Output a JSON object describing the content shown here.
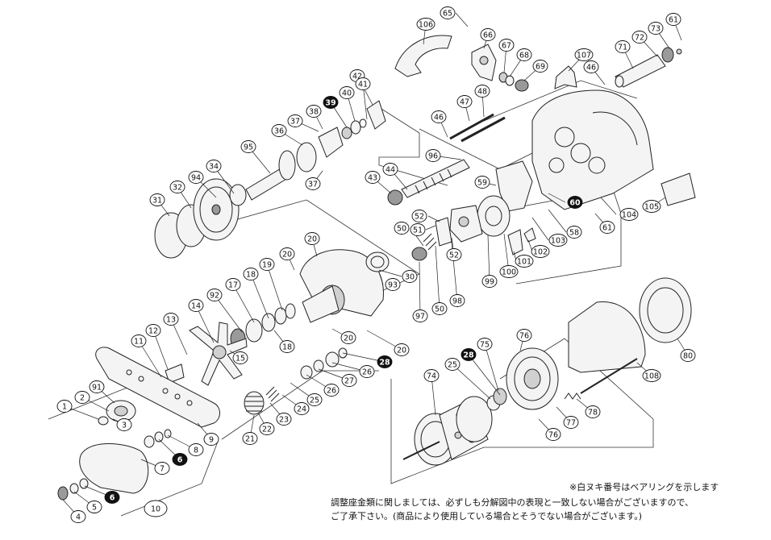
{
  "notes": {
    "bearing_note": "※白ヌキ番号はベアリングを示します",
    "line1": "調整座金類に関しましては、必ずしも分解図中の表現と一致しない場合がございますので、",
    "line2": "ご了承下さい。(商品により使用している場合とそうでない場合がございます。)"
  },
  "callouts": [
    {
      "n": "65",
      "filled": false
    },
    {
      "n": "106",
      "filled": false
    },
    {
      "n": "66",
      "filled": false
    },
    {
      "n": "67",
      "filled": false
    },
    {
      "n": "68",
      "filled": false
    },
    {
      "n": "69",
      "filled": false
    },
    {
      "n": "107",
      "filled": false
    },
    {
      "n": "46",
      "filled": false
    },
    {
      "n": "61",
      "filled": false
    },
    {
      "n": "73",
      "filled": false
    },
    {
      "n": "72",
      "filled": false
    },
    {
      "n": "71",
      "filled": false
    },
    {
      "n": "42",
      "filled": false
    },
    {
      "n": "41",
      "filled": false
    },
    {
      "n": "40",
      "filled": false
    },
    {
      "n": "39",
      "filled": true
    },
    {
      "n": "38",
      "filled": false
    },
    {
      "n": "37",
      "filled": false
    },
    {
      "n": "36",
      "filled": false
    },
    {
      "n": "95",
      "filled": false
    },
    {
      "n": "37",
      "filled": false
    },
    {
      "n": "34",
      "filled": false
    },
    {
      "n": "94",
      "filled": false
    },
    {
      "n": "32",
      "filled": false
    },
    {
      "n": "31",
      "filled": false
    },
    {
      "n": "47",
      "filled": false
    },
    {
      "n": "48",
      "filled": false
    },
    {
      "n": "46",
      "filled": false
    },
    {
      "n": "96",
      "filled": false
    },
    {
      "n": "43",
      "filled": false
    },
    {
      "n": "44",
      "filled": false
    },
    {
      "n": "59",
      "filled": false
    },
    {
      "n": "60",
      "filled": true
    },
    {
      "n": "104",
      "filled": false
    },
    {
      "n": "105",
      "filled": false
    },
    {
      "n": "61",
      "filled": false
    },
    {
      "n": "52",
      "filled": false
    },
    {
      "n": "51",
      "filled": false
    },
    {
      "n": "50",
      "filled": false
    },
    {
      "n": "103",
      "filled": false
    },
    {
      "n": "58",
      "filled": false
    },
    {
      "n": "102",
      "filled": false
    },
    {
      "n": "101",
      "filled": false
    },
    {
      "n": "20",
      "filled": false
    },
    {
      "n": "20",
      "filled": false
    },
    {
      "n": "19",
      "filled": false
    },
    {
      "n": "18",
      "filled": false
    },
    {
      "n": "17",
      "filled": false
    },
    {
      "n": "92",
      "filled": false
    },
    {
      "n": "93",
      "filled": false
    },
    {
      "n": "30",
      "filled": false
    },
    {
      "n": "52",
      "filled": false
    },
    {
      "n": "99",
      "filled": false
    },
    {
      "n": "100",
      "filled": false
    },
    {
      "n": "98",
      "filled": false
    },
    {
      "n": "50",
      "filled": false
    },
    {
      "n": "97",
      "filled": false
    },
    {
      "n": "14",
      "filled": false
    },
    {
      "n": "13",
      "filled": false
    },
    {
      "n": "12",
      "filled": false
    },
    {
      "n": "11",
      "filled": false
    },
    {
      "n": "15",
      "filled": false
    },
    {
      "n": "18",
      "filled": false
    },
    {
      "n": "20",
      "filled": false
    },
    {
      "n": "20",
      "filled": false
    },
    {
      "n": "28",
      "filled": true
    },
    {
      "n": "26",
      "filled": false
    },
    {
      "n": "27",
      "filled": false
    },
    {
      "n": "26",
      "filled": false
    },
    {
      "n": "25",
      "filled": false
    },
    {
      "n": "24",
      "filled": false
    },
    {
      "n": "23",
      "filled": false
    },
    {
      "n": "22",
      "filled": false
    },
    {
      "n": "21",
      "filled": false
    },
    {
      "n": "91",
      "filled": false
    },
    {
      "n": "2",
      "filled": false
    },
    {
      "n": "1",
      "filled": false
    },
    {
      "n": "3",
      "filled": false
    },
    {
      "n": "9",
      "filled": false
    },
    {
      "n": "8",
      "filled": false
    },
    {
      "n": "6",
      "filled": true
    },
    {
      "n": "7",
      "filled": false
    },
    {
      "n": "6",
      "filled": true
    },
    {
      "n": "5",
      "filled": false
    },
    {
      "n": "4",
      "filled": false
    },
    {
      "n": "10",
      "filled": false
    },
    {
      "n": "76",
      "filled": false
    },
    {
      "n": "75",
      "filled": false
    },
    {
      "n": "28",
      "filled": true
    },
    {
      "n": "25",
      "filled": false
    },
    {
      "n": "74",
      "filled": false
    },
    {
      "n": "77",
      "filled": false
    },
    {
      "n": "76",
      "filled": false
    },
    {
      "n": "78",
      "filled": false
    },
    {
      "n": "108",
      "filled": false
    },
    {
      "n": "80",
      "filled": false
    }
  ]
}
